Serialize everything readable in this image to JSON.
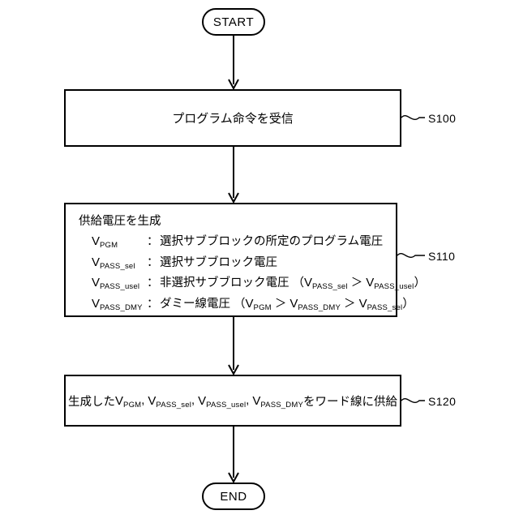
{
  "diagram": {
    "type": "flowchart",
    "start_label": "START",
    "end_label": "END"
  },
  "steps": [
    {
      "id": "S100",
      "ref": "S100",
      "text": "プログラム命令を受信"
    },
    {
      "id": "S110",
      "ref": "S110",
      "title": "供給電圧を生成",
      "rows": [
        {
          "symbol": "V",
          "subscript": "PGM",
          "colon": "：",
          "desc": "選択サブブロックの所定のプログラム電圧",
          "condition": ""
        },
        {
          "symbol": "V",
          "subscript": "PASS_sel",
          "colon": "：",
          "desc": "選択サブブロック電圧",
          "condition": ""
        },
        {
          "symbol": "V",
          "subscript": "PASS_usel",
          "colon": "：",
          "desc": "非選択サブブロック電圧",
          "condition": "（V PASS_sel ＞ V PASS_usel）"
        },
        {
          "symbol": "V",
          "subscript": "PASS_DMY",
          "colon": "：",
          "desc": "ダミー線電圧",
          "condition": "（V PGM ＞ V PASS_DMY ＞ V PASS_sel）"
        }
      ]
    },
    {
      "id": "S120",
      "ref": "S120",
      "prefix": "生成した",
      "symbols": [
        "PGM",
        "PASS_sel",
        "PASS_usel",
        "PASS_DMY"
      ],
      "suffix": "をワード線に供給"
    }
  ],
  "text_fragments": {
    "v": "V",
    "comma": ",",
    "paren_open": "(",
    "paren_close": ")",
    "gt": "＞",
    "colon": "："
  }
}
